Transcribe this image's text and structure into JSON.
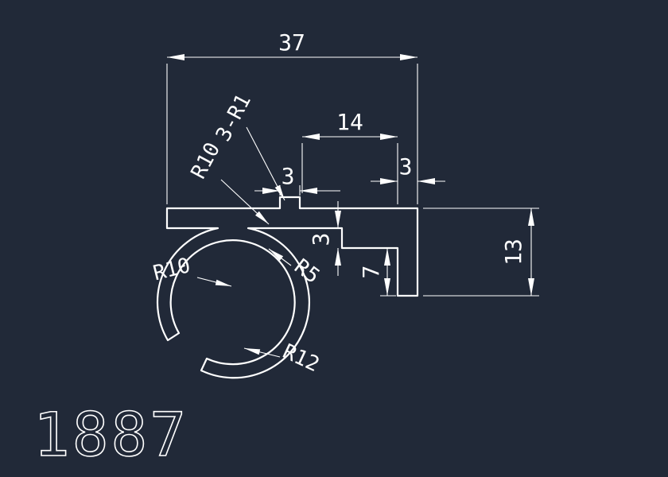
{
  "app": {
    "background": "#212938",
    "line_color": "#ffffff"
  },
  "title_block": {
    "part_number": "1887"
  },
  "dimensions": {
    "total_width": "37",
    "inner_span": "14",
    "tab_width": "3",
    "lip_width": "3",
    "step_depth": "3",
    "leg_height": "7",
    "total_height": "13"
  },
  "annotations": {
    "tab_fillets": "3-R1",
    "upper_radius": "R10",
    "hook_inner_radius": "R10",
    "web_fillet_radius": "R5",
    "hook_outer_radius": "R12"
  }
}
